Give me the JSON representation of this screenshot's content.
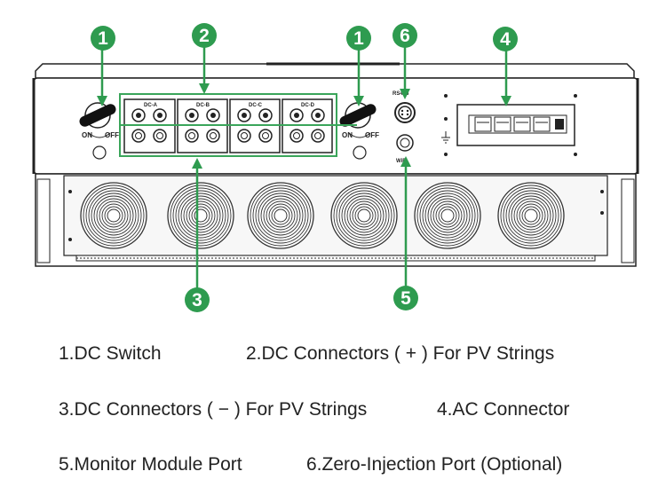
{
  "callouts": {
    "c1": "1",
    "c2": "2",
    "c3": "3",
    "c4": "4",
    "c5": "5",
    "c6": "6"
  },
  "device_labels": {
    "switch_on": "ON",
    "switch_off": "OFF",
    "dc_groups": [
      "DC-A",
      "DC-B",
      "DC-C",
      "DC-D"
    ],
    "port_rs485": "RS485",
    "port_wifi": "WiFi"
  },
  "legend": {
    "item1": "1.DC Switch",
    "item2": "2.DC Connectors ( + ) For PV Strings",
    "item3": "3.DC Connectors ( − ) For PV Strings",
    "item4": "4.AC Connector",
    "item5": "5.Monitor Module Port",
    "item6": "6.Zero-Injection Port (Optional)"
  },
  "colors": {
    "callout": "#2e9b4f",
    "outline": "#222222",
    "highlight": "#3aa55a"
  }
}
